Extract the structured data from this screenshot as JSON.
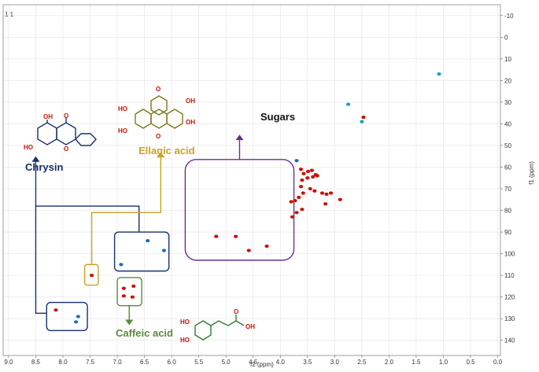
{
  "chart_data": {
    "type": "heatmap",
    "panel_label": "1 1",
    "xlabel": "f2 (ppm)",
    "ylabel": "f1 (ppm)",
    "xlim": [
      9.1,
      -0.05
    ],
    "ylim": [
      -15,
      147
    ],
    "x_ticks": [
      9.0,
      8.5,
      8.0,
      7.5,
      7.0,
      6.5,
      6.0,
      5.5,
      5.0,
      4.5,
      4.0,
      3.5,
      3.0,
      2.5,
      2.0,
      1.5,
      1.0,
      0.5,
      0.0
    ],
    "x_tick_labels": [
      "9.0",
      "8.5",
      "8.0",
      "7.5",
      "7.0",
      "6.5",
      "6.0",
      "5.5",
      "5.0",
      "4.5",
      "4.0",
      "3.5",
      "3.0",
      "2.5",
      "2.0",
      "1.5",
      "1.0",
      "0.5",
      "0.0"
    ],
    "y_ticks": [
      -10,
      0,
      10,
      20,
      30,
      40,
      50,
      60,
      70,
      80,
      90,
      100,
      110,
      120,
      130,
      140
    ],
    "y_tick_labels": [
      "-10",
      "0",
      "10",
      "20",
      "30",
      "40",
      "50",
      "60",
      "70",
      "80",
      "90",
      "100",
      "110",
      "120",
      "130",
      "140"
    ],
    "grid": true,
    "colors": {
      "positive": "#cc1100",
      "negative": "#1a6fbf",
      "cyan": "#17a3b8"
    },
    "peaks": [
      {
        "x": 3.62,
        "y": 61,
        "sign": "pos"
      },
      {
        "x": 3.57,
        "y": 63,
        "sign": "pos"
      },
      {
        "x": 3.49,
        "y": 62,
        "sign": "pos"
      },
      {
        "x": 3.42,
        "y": 61.5,
        "sign": "pos"
      },
      {
        "x": 3.35,
        "y": 63.5,
        "sign": "pos"
      },
      {
        "x": 3.6,
        "y": 66,
        "sign": "pos"
      },
      {
        "x": 3.5,
        "y": 65,
        "sign": "pos"
      },
      {
        "x": 3.4,
        "y": 64.5,
        "sign": "pos"
      },
      {
        "x": 3.32,
        "y": 64,
        "sign": "pos"
      },
      {
        "x": 3.62,
        "y": 69,
        "sign": "pos"
      },
      {
        "x": 3.58,
        "y": 72,
        "sign": "pos"
      },
      {
        "x": 3.45,
        "y": 70,
        "sign": "pos"
      },
      {
        "x": 3.37,
        "y": 71,
        "sign": "pos"
      },
      {
        "x": 3.66,
        "y": 74,
        "sign": "pos"
      },
      {
        "x": 3.23,
        "y": 72,
        "sign": "pos"
      },
      {
        "x": 3.15,
        "y": 72.5,
        "sign": "pos"
      },
      {
        "x": 3.07,
        "y": 72,
        "sign": "pos"
      },
      {
        "x": 2.9,
        "y": 75,
        "sign": "pos"
      },
      {
        "x": 3.17,
        "y": 77,
        "sign": "pos"
      },
      {
        "x": 3.73,
        "y": 75.5,
        "sign": "pos"
      },
      {
        "x": 3.8,
        "y": 76,
        "sign": "pos"
      },
      {
        "x": 3.6,
        "y": 79.5,
        "sign": "pos"
      },
      {
        "x": 3.7,
        "y": 81,
        "sign": "pos"
      },
      {
        "x": 3.78,
        "y": 83,
        "sign": "pos"
      },
      {
        "x": 4.25,
        "y": 96.5,
        "sign": "pos"
      },
      {
        "x": 4.82,
        "y": 92,
        "sign": "pos"
      },
      {
        "x": 5.18,
        "y": 92,
        "sign": "pos"
      },
      {
        "x": 4.58,
        "y": 98.5,
        "sign": "pos"
      },
      {
        "x": 3.7,
        "y": 57,
        "sign": "neg"
      },
      {
        "x": 2.75,
        "y": 31,
        "sign": "cyan"
      },
      {
        "x": 2.5,
        "y": 39,
        "sign": "cyan"
      },
      {
        "x": 2.47,
        "y": 37,
        "sign": "pos"
      },
      {
        "x": 1.08,
        "y": 17,
        "sign": "cyan"
      },
      {
        "x": 6.44,
        "y": 94,
        "sign": "neg"
      },
      {
        "x": 6.14,
        "y": 98.5,
        "sign": "neg"
      },
      {
        "x": 6.93,
        "y": 105,
        "sign": "neg"
      },
      {
        "x": 7.47,
        "y": 110,
        "sign": "pos"
      },
      {
        "x": 6.88,
        "y": 116,
        "sign": "pos"
      },
      {
        "x": 6.7,
        "y": 115,
        "sign": "pos"
      },
      {
        "x": 6.88,
        "y": 119.5,
        "sign": "pos"
      },
      {
        "x": 6.72,
        "y": 120,
        "sign": "pos"
      },
      {
        "x": 8.13,
        "y": 126,
        "sign": "pos"
      },
      {
        "x": 7.72,
        "y": 129,
        "sign": "neg"
      },
      {
        "x": 7.76,
        "y": 131.5,
        "sign": "neg"
      }
    ],
    "annotations": {
      "chrysin": "Chrysin",
      "ellagic": "Ellagic acid",
      "sugars": "Sugars",
      "caffeic": "Caffeic acid"
    },
    "annotation_colors": {
      "chrysin": "#1a2f6e",
      "ellagic": "#c9a227",
      "sugars": "#6b2f8e",
      "caffeic": "#5a8a3a"
    },
    "structure_labels": {
      "oh": "OH",
      "ho": "HO",
      "o": "O"
    }
  }
}
